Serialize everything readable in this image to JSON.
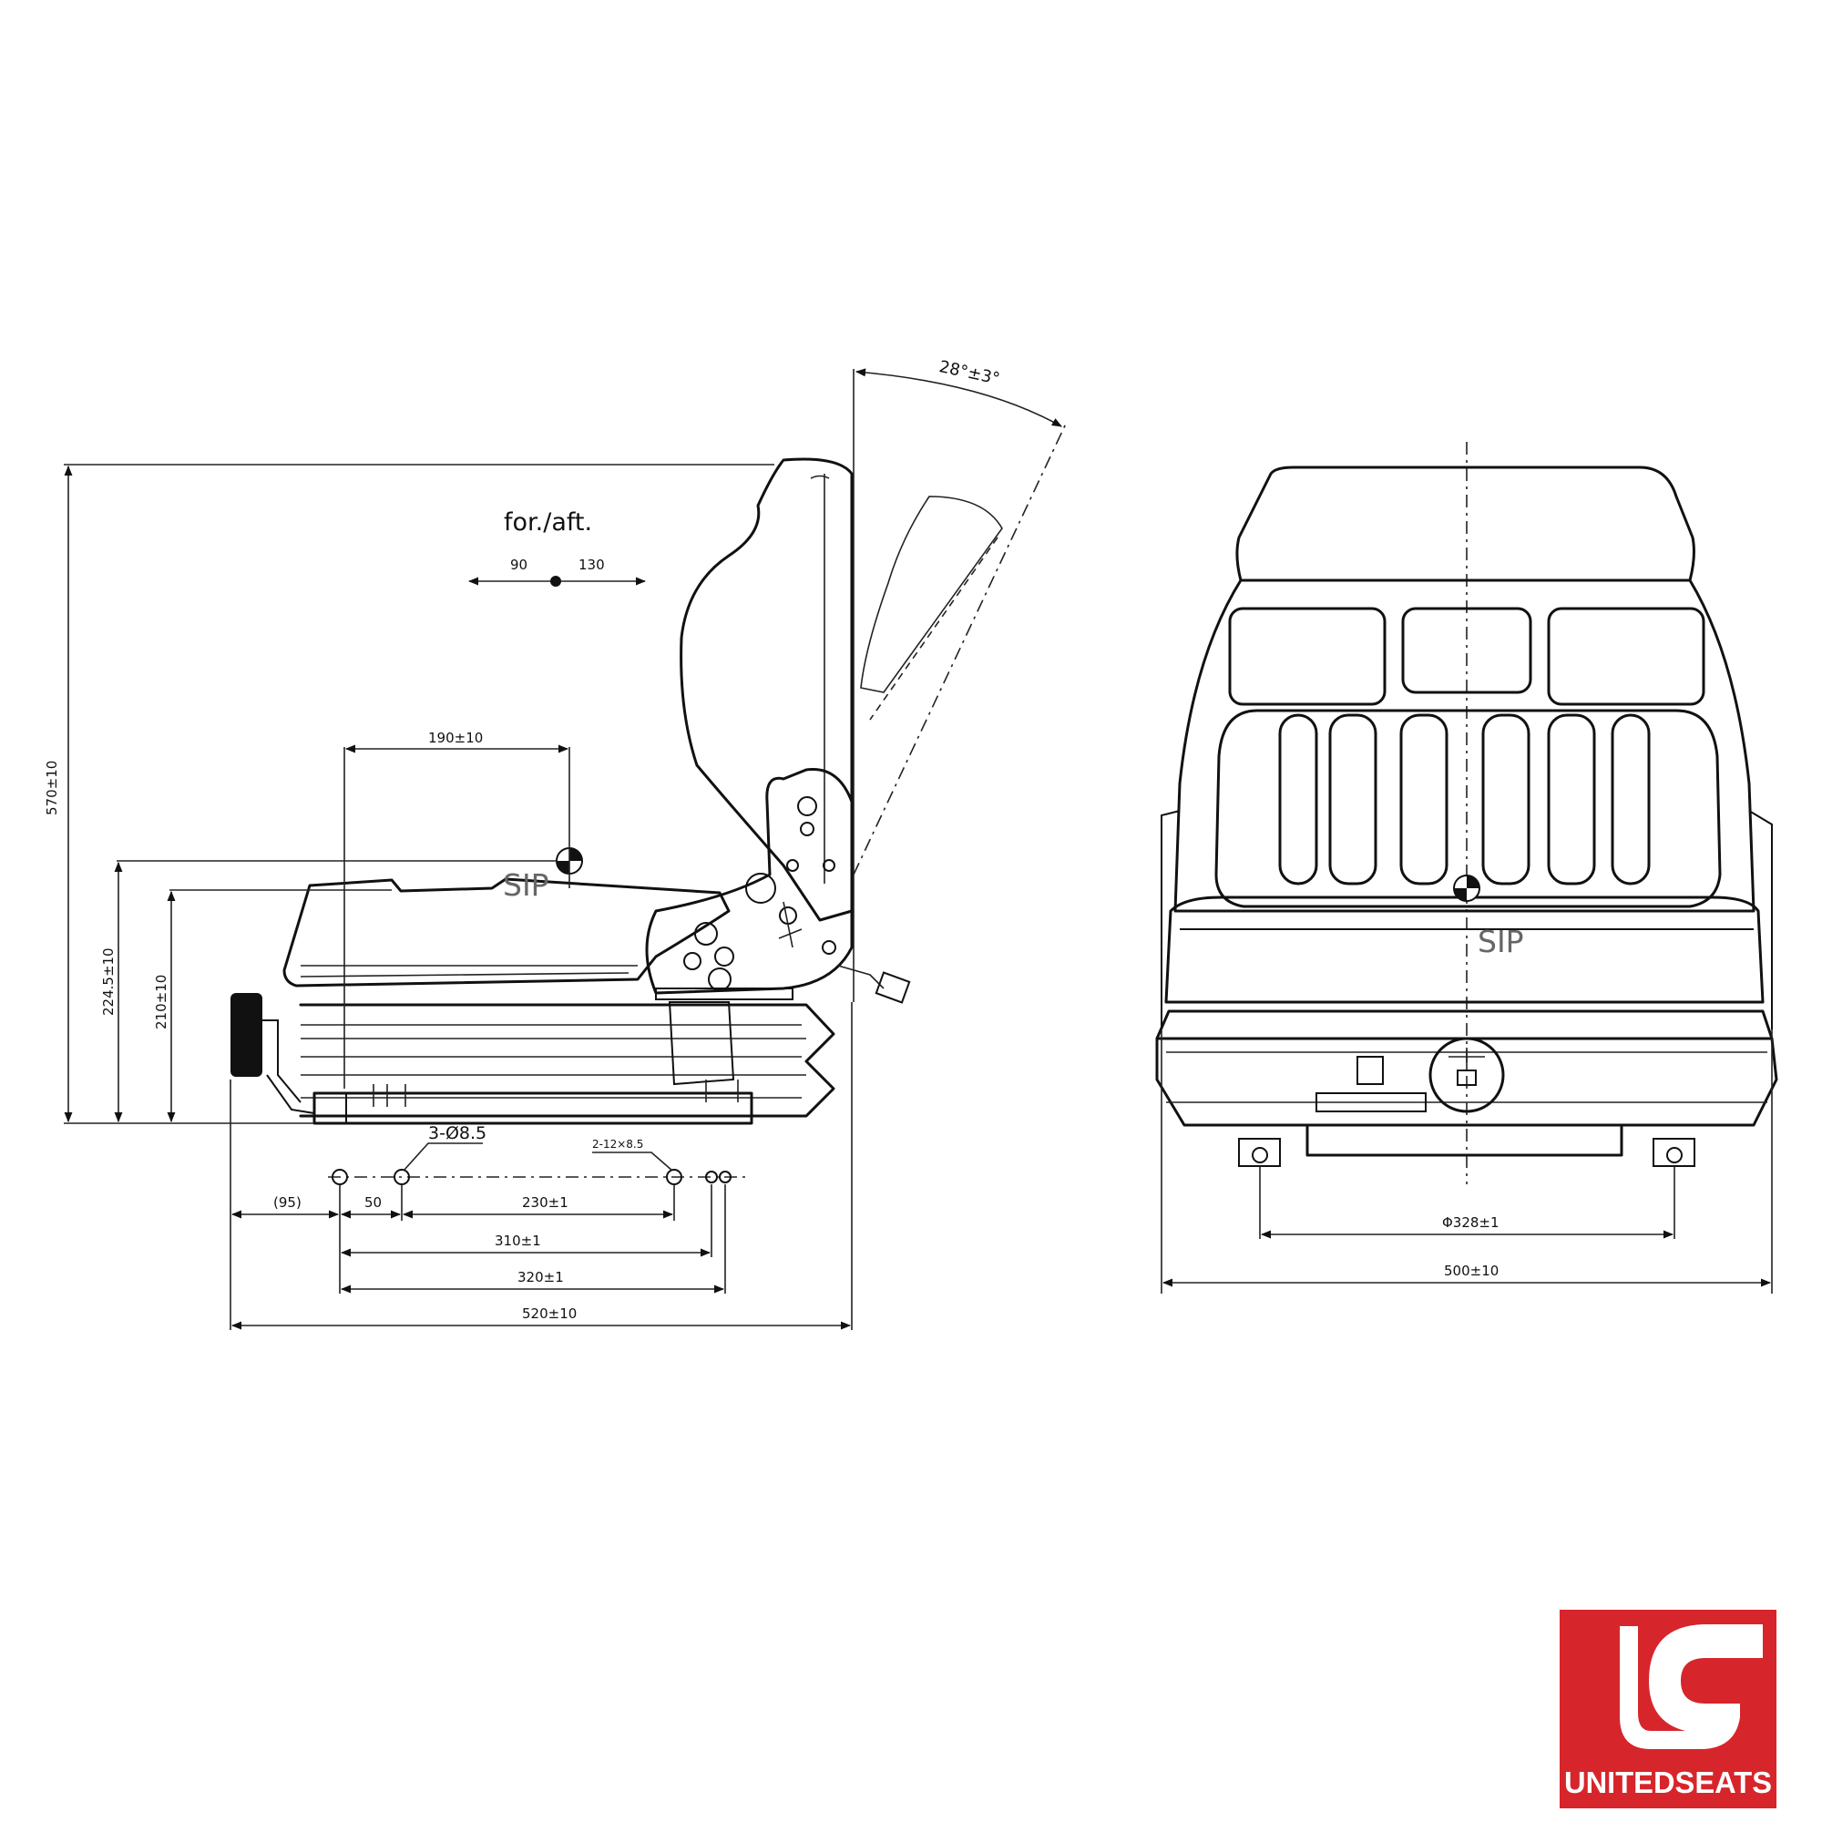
{
  "side_view": {
    "adjust_title": "for./aft.",
    "fore_value": "90",
    "aft_value": "130",
    "recline_angle": "28°±3°",
    "sip_label": "SIP",
    "dim_190": "190±10",
    "dim_570": "570±10",
    "dim_224": "224.5±10",
    "dim_210": "210±10",
    "holes_3": "3-Ø8.5",
    "holes_2": "2-12×8.5",
    "dim_95": "(95)",
    "dim_50": "50",
    "dim_230": "230±1",
    "dim_310": "310±1",
    "dim_320": "320±1",
    "dim_520": "520±10"
  },
  "front_view": {
    "sip_label": "SIP",
    "dim_328": "Φ328±1",
    "dim_500": "500±10"
  },
  "logo": {
    "text": "UNITEDSEATS",
    "color": "#d6262b"
  }
}
